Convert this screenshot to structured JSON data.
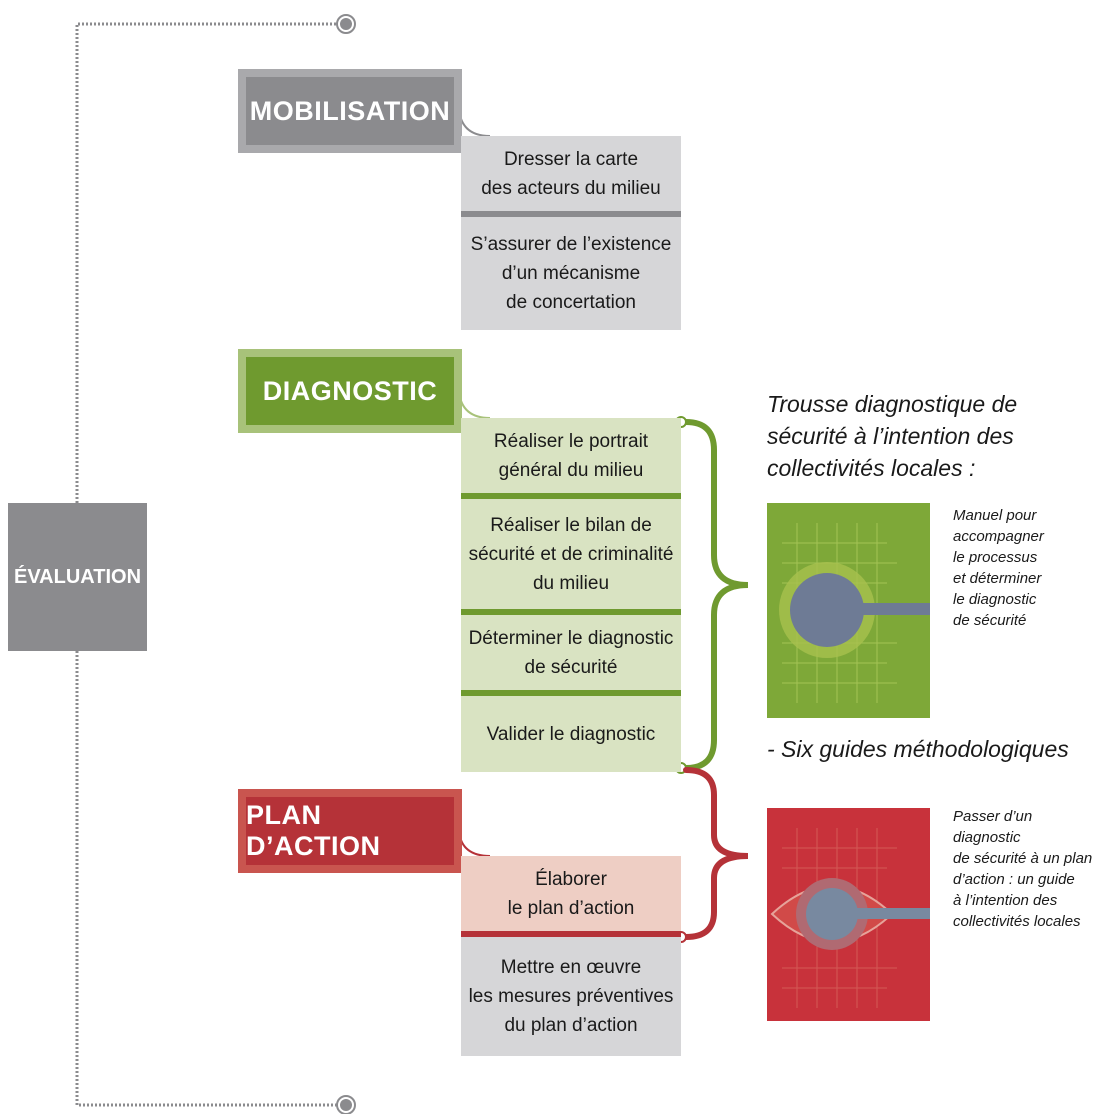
{
  "evaluation": {
    "label": "ÉVALUATION"
  },
  "phases": {
    "mobilisation": {
      "label": "MOBILISATION",
      "steps": [
        "Dresser la carte\ndes acteurs du milieu",
        "S’assurer de l’existence\nd’un mécanisme\nde concertation"
      ]
    },
    "diagnostic": {
      "label": "DIAGNOSTIC",
      "steps": [
        "Réaliser le portrait\ngénéral du milieu",
        "Réaliser le bilan de\nsécurité et de criminalité\ndu milieu",
        "Déterminer le diagnostic\nde sécurité",
        "Valider le diagnostic"
      ]
    },
    "plan": {
      "label": "PLAN D’ACTION",
      "steps": [
        "Élaborer\nle plan d’action",
        "Mettre en œuvre\nles mesures préventives\ndu plan d’action"
      ]
    }
  },
  "resources": {
    "toolkit_title": "Trousse diagnostique de sécurité à l’intention des collectivités locales :",
    "manual_caption": "Manuel pour\naccompagner\nle processus\net déterminer\nle diagnostic\nde sécurité",
    "guides_label": "- Six guides méthodologiques",
    "plan_guide_caption": "Passer d’un diagnostic\nde sécurité à un plan\nd’action : un guide\nà l’intention des\ncollectivités locales"
  },
  "colors": {
    "grey_dark": "#8b8b8e",
    "grey_light": "#d6d6d8",
    "green": "#6f9a2f",
    "green_light": "#d9e3c2",
    "red": "#b53238",
    "pink": "#eecec4"
  },
  "icons": [
    "loop-dot-icon",
    "curly-brace-icon",
    "guide-cover-image"
  ]
}
